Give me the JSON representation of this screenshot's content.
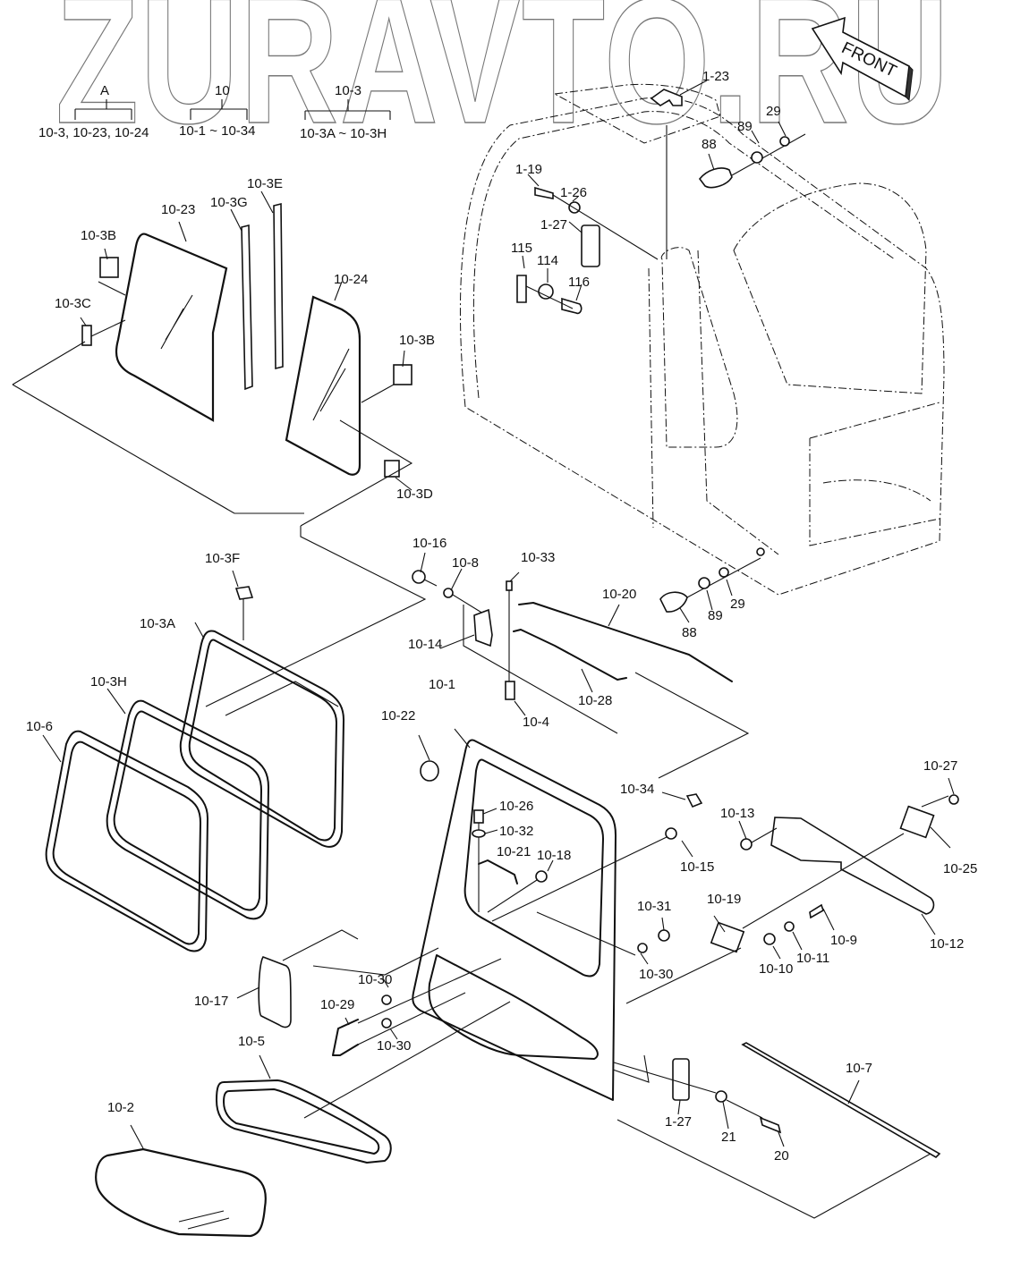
{
  "watermark": "ZURAVTO.RU",
  "front_arrow": "FRONT",
  "legend": [
    {
      "head": "A",
      "members": "10-3, 10-23, 10-24"
    },
    {
      "head": "10",
      "members": "10-1 ~ 10-34"
    },
    {
      "head": "10-3",
      "members": "10-3A ~ 10-3H"
    }
  ],
  "labels": {
    "p1_23": "1-23",
    "p29_top": "29",
    "p89_top": "89",
    "p88_top": "88",
    "p1_19": "1-19",
    "p1_26": "1-26",
    "p1_27_top": "1-27",
    "p115": "115",
    "p114": "114",
    "p116": "116",
    "p10_23": "10-23",
    "p10_3G": "10-3G",
    "p10_3E": "10-3E",
    "p10_3B_left": "10-3B",
    "p10_3C": "10-3C",
    "p10_24": "10-24",
    "p10_3B_right": "10-3B",
    "p10_3D": "10-3D",
    "p10_16": "10-16",
    "p10_8": "10-8",
    "p10_33": "10-33",
    "p10_20": "10-20",
    "p10_14": "10-14",
    "p10_28": "10-28",
    "p10_4": "10-4",
    "p88_bot": "88",
    "p89_bot": "89",
    "p29_bot": "29",
    "p10_3F": "10-3F",
    "p10_3A": "10-3A",
    "p10_3H": "10-3H",
    "p10_6": "10-6",
    "p10_22": "10-22",
    "p10_1": "10-1",
    "p10_26": "10-26",
    "p10_32": "10-32",
    "p10_21": "10-21",
    "p10_18": "10-18",
    "p10_34": "10-34",
    "p10_15": "10-15",
    "p10_27": "10-27",
    "p10_13": "10-13",
    "p10_25": "10-25",
    "p10_12": "10-12",
    "p10_19": "10-19",
    "p10_9": "10-9",
    "p10_11": "10-11",
    "p10_10": "10-10",
    "p10_31": "10-31",
    "p10_30_right": "10-30",
    "p10_17": "10-17",
    "p10_30_a": "10-30",
    "p10_29": "10-29",
    "p10_30_b": "10-30",
    "p10_5": "10-5",
    "p10_2": "10-2",
    "p1_27_bot": "1-27",
    "p21": "21",
    "p20": "20",
    "p10_7": "10-7"
  }
}
